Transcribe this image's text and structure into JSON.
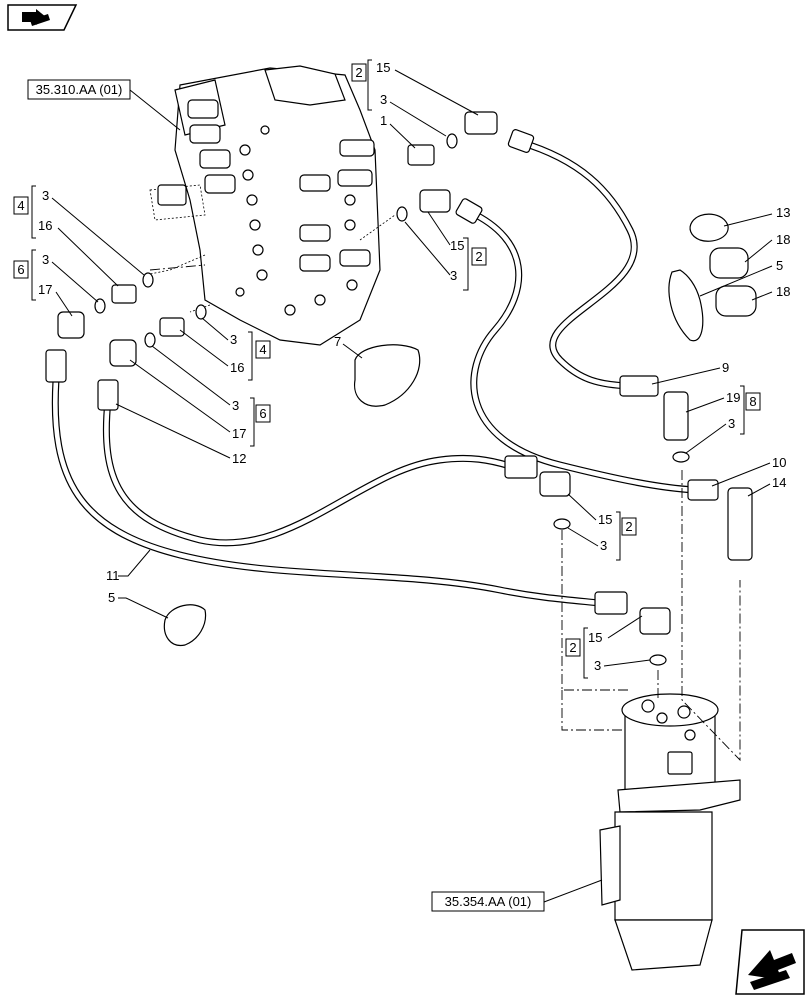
{
  "references": {
    "valve": "35.310.AA (01)",
    "swivel": "35.354.AA (01)"
  },
  "labels": {
    "l1": "1",
    "l3a": "3",
    "l15a": "15",
    "l2a": "2",
    "l3b": "3",
    "l15b": "15",
    "l2b": "2",
    "l3c": "3",
    "l16a": "16",
    "l4a": "4",
    "l3d": "3",
    "l17a": "17",
    "l6a": "6",
    "l3e": "3",
    "l16b": "16",
    "l4b": "4",
    "l3f": "3",
    "l17b": "17",
    "l6b": "6",
    "l12": "12",
    "l7": "7",
    "l13": "13",
    "l18a": "18",
    "l5a": "5",
    "l18b": "18",
    "l9": "9",
    "l19": "19",
    "l3g": "3",
    "l8": "8",
    "l10": "10",
    "l14": "14",
    "l15c": "15",
    "l3h": "3",
    "l2c": "2",
    "l11": "11",
    "l5b": "5",
    "l15d": "15",
    "l3i": "3",
    "l2d": "2"
  },
  "icons": {
    "top_left": "book-arrow-icon",
    "bottom_right": "next-page-arrow-icon"
  }
}
